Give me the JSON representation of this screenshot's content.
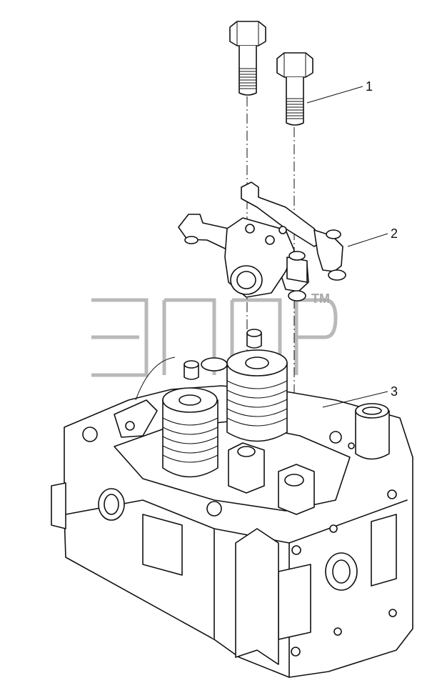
{
  "callouts": [
    {
      "id": "1",
      "label": "1"
    },
    {
      "id": "2",
      "label": "2"
    },
    {
      "id": "3",
      "label": "3"
    }
  ],
  "watermark": {
    "trademark": "TM"
  }
}
